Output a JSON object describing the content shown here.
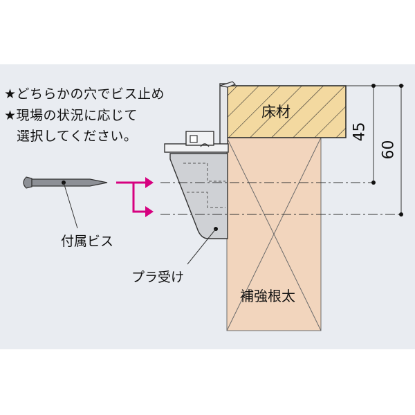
{
  "notes": {
    "line1": "★どちらかの穴でビス止め",
    "line2": "★現場の状況に応じて",
    "line3": "選択してください。"
  },
  "labels": {
    "floor": "床材",
    "joist": "補強根太",
    "screw": "付属ビス",
    "bracket": "プラ受け"
  },
  "dimensions": {
    "d45": "45",
    "d60": "60"
  },
  "colors": {
    "background": "#e9ecf1",
    "floor_fill": "#f3d9a0",
    "joist_fill": "#f2d5bd",
    "arrow": "#d6007f",
    "bracket_fill": "#cfd1d5",
    "screw_fill": "#8d9096"
  }
}
